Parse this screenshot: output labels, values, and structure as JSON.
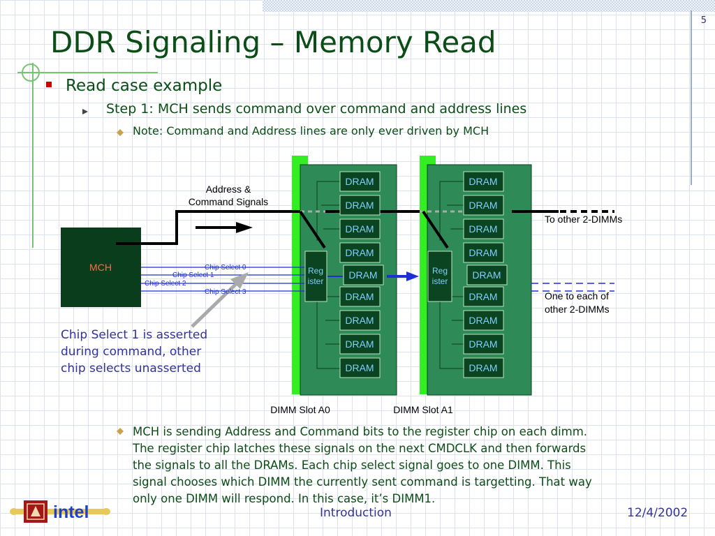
{
  "slide": {
    "number": "5",
    "title": "DDR Signaling – Memory Read",
    "bullets": {
      "level1": "Read case example",
      "level2": "Step 1: MCH sends command over command and address lines",
      "level3": "Note: Command and Address lines are only ever driven by MCH"
    },
    "paragraph_lines": [
      "MCH is sending Address and Command bits to the register chip on each dimm.",
      "The register chip latches these signals on the next CMDCLK and then forwards",
      "the signals to all the DRAMs.  Each chip select signal goes to one DIMM. This",
      "signal chooses which DIMM the currently sent command is targetting.  That way",
      "only one DIMM will respond.  In this case, it’s DIMM1."
    ]
  },
  "diagram": {
    "address_label_line1": "Address &",
    "address_label_line2": "Command Signals",
    "mch_label": "MCH",
    "chip_selects": [
      "Chip Select 0",
      "Chip Select 1",
      "Chip Select 2",
      "Chip Select 3"
    ],
    "register_label_line1": "Reg",
    "register_label_line2": "ister",
    "dram_label": "DRAM",
    "slot_a0_label": "DIMM Slot A0",
    "slot_a1_label": "DIMM Slot A1",
    "to_other_label": "To other 2-DIMMs",
    "one_to_each_line1": "One to each of",
    "one_to_each_line2": "other 2-DIMMs",
    "chip_note_lines": [
      "Chip Select 1 is asserted",
      "during command, other",
      "chip selects unasserted"
    ]
  },
  "footer": {
    "logo_text": "intel",
    "center_text": "Introduction",
    "date": "12/4/2002"
  },
  "colors": {
    "title_green": "#0b4d16",
    "dimm_green": "#2e8b57",
    "slot_lime": "#33ee22",
    "dram_dark": "#0a4420",
    "chip_select_blue": "#1f2fd6",
    "footer_blue": "#333399",
    "bullet_red": "#cc0000",
    "intel_blue": "#1e3fc8"
  }
}
